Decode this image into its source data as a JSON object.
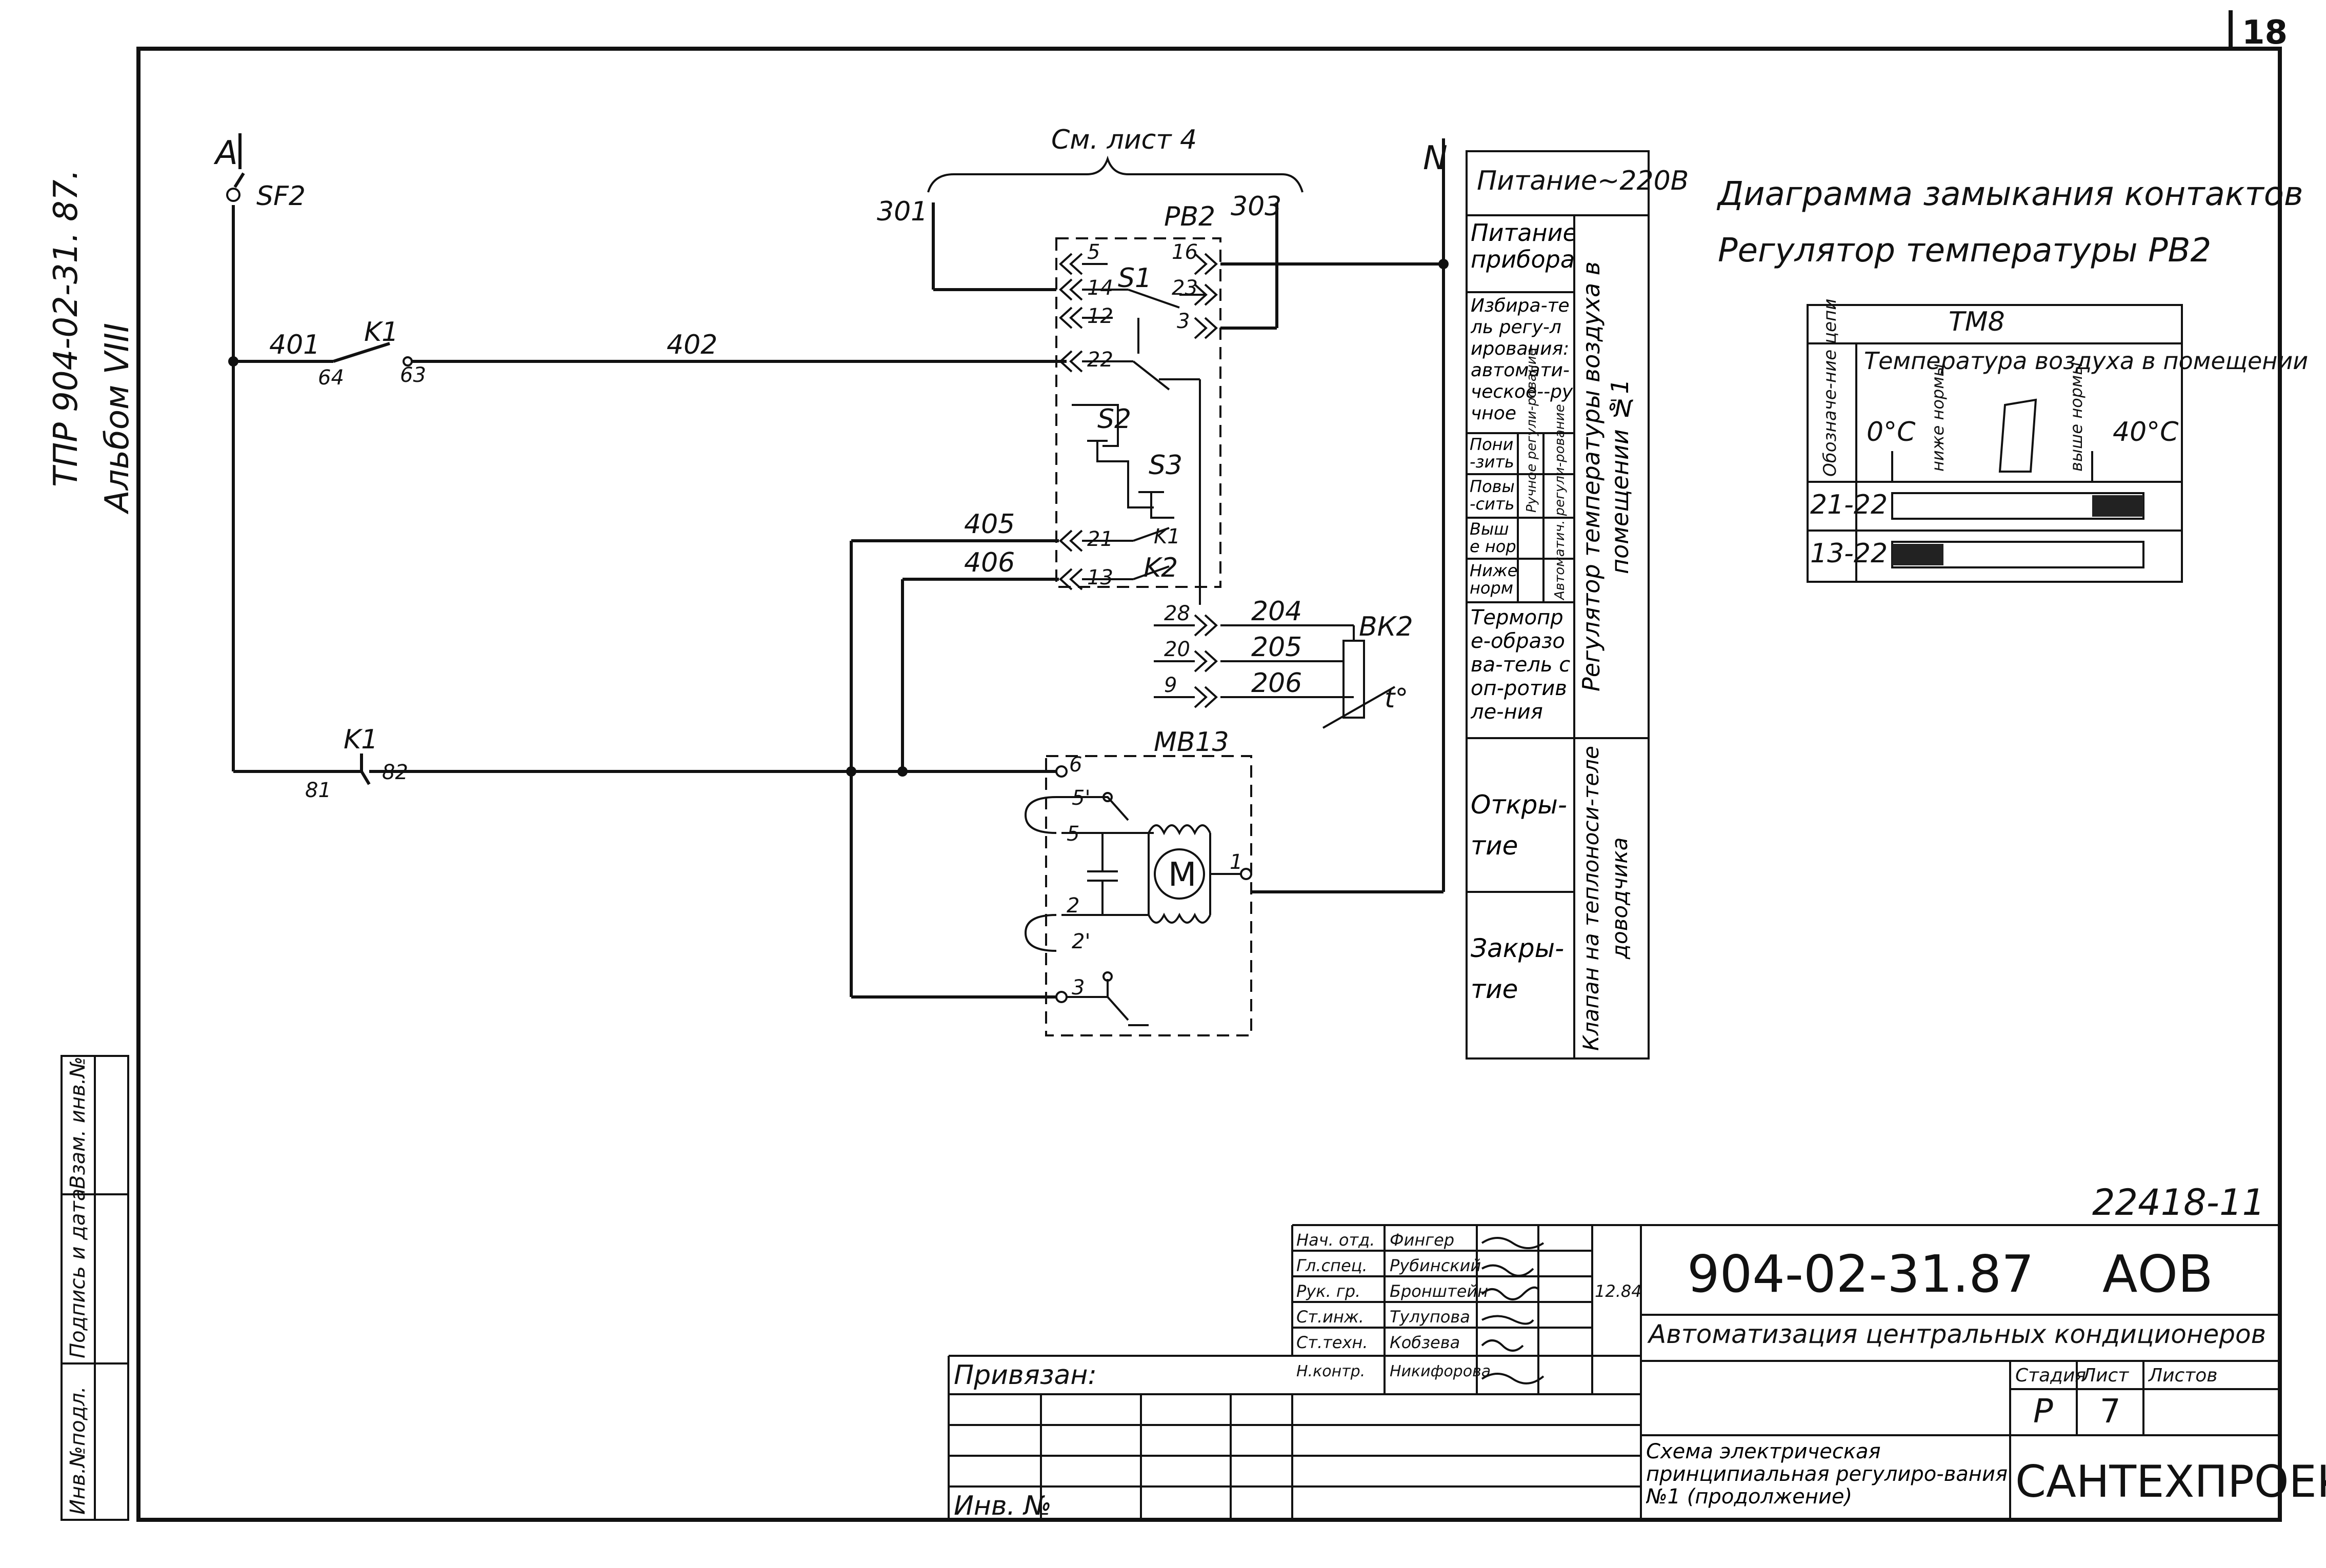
{
  "sheet_number": "18",
  "side_title": {
    "doc": "ТПР 904-02-31. 87.",
    "album": "Альбом VIII"
  },
  "side_stamp": [
    "Инв.№подл.",
    "Подпись и дата",
    "Взам. инв.№"
  ],
  "schematic": {
    "supply_phase": "A",
    "breaker": "SF2",
    "supply_neutral": "N",
    "see_sheet": "См. лист 4",
    "wires": {
      "w301": "301",
      "w303": "303",
      "w401": "401",
      "w402": "402",
      "w405": "405",
      "w406": "406",
      "w204": "204",
      "w205": "205",
      "w206": "206"
    },
    "relay_top": {
      "label": "K1",
      "pin_a": "64",
      "pin_b": "63"
    },
    "relay_bottom": {
      "label": "K1",
      "pin_a": "81",
      "pin_b": "82"
    },
    "regulator": {
      "label": "РВ2",
      "terminals": [
        "5",
        "14",
        "12",
        "22",
        "21",
        "13",
        "16",
        "23",
        "3",
        "28",
        "20",
        "9"
      ],
      "switches": [
        "S1",
        "S2",
        "S3",
        "K1",
        "K2"
      ]
    },
    "sensor": {
      "label": "ВК2",
      "symbol": "t°"
    },
    "actuator": {
      "label": "МВ13",
      "terminals": [
        "6",
        "5'",
        "5",
        "2",
        "2'",
        "3",
        "1"
      ],
      "motor": "M"
    }
  },
  "function_table": {
    "supply": "Питание~220В",
    "rows": [
      "Питание прибора",
      "Избира-тель регу-лирования: автомати-ческое--ручное",
      "Пони-зить",
      "Повы-сить",
      "Выше нормы",
      "Ниже нормы",
      "Термопре-образова-тель соп-ротивле-ния",
      "Откры-тие",
      "Закры-тие"
    ],
    "sub_ruchnoe": "Ручное регули-рование",
    "sub_auto": "Автоматич. регули-рование",
    "group1": "Регулятор температуры воздуха в помещении №1",
    "group2": "Клапан на теплоноси-теле доводчика"
  },
  "contact_diagram": {
    "title_line1": "Диаграмма замыкания контактов",
    "title_line2": "Регулятор температуры РВ2",
    "device": "ТМ8",
    "col_header": "Обозначе-ние цепи",
    "temp_header": "Температура воздуха в помещении",
    "low": "0°C",
    "high": "40°C",
    "below": "ниже нормы",
    "above": "выше нормы",
    "rows": [
      {
        "circuit": "21-22",
        "closed": "above"
      },
      {
        "circuit": "13-22",
        "closed": "below"
      }
    ]
  },
  "title_block": {
    "doc_id": "22418-11",
    "code": "904-02-31.87",
    "mark": "АОВ",
    "project": "Автоматизация центральных кондиционеров",
    "signers": [
      {
        "role": "Нач. отд.",
        "name": "Фингер"
      },
      {
        "role": "Гл.спец.",
        "name": "Рубинский"
      },
      {
        "role": "Рук. гр.",
        "name": "Бронштейн"
      },
      {
        "role": "Ст.инж.",
        "name": "Тулупова"
      },
      {
        "role": "Ст.техн.",
        "name": "Кобзева"
      },
      {
        "role": "Н.контр.",
        "name": "Никифорова"
      }
    ],
    "date": "12.84",
    "bound": "Привязан:",
    "inv": "Инв. №",
    "stage_label": "Стадия",
    "sheet_label": "Лист",
    "sheets_label": "Листов",
    "stage": "Р",
    "sheet": "7",
    "drawing_title": "Схема электрическая принципиальная регулиро-вания №1 (продолжение)",
    "org": "САНТЕХПРОЕКТ"
  }
}
